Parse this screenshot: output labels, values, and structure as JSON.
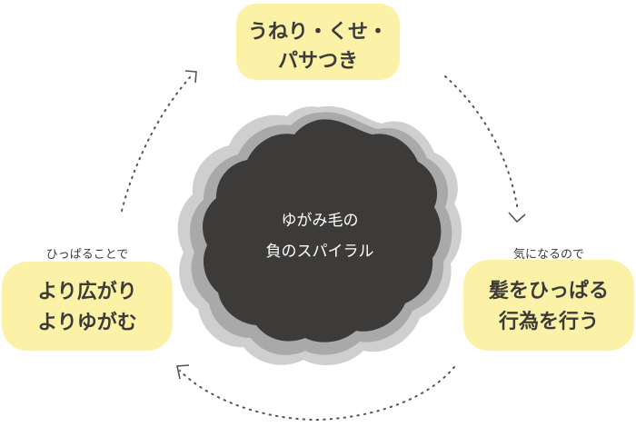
{
  "center": {
    "line1": "ゆがみ毛の",
    "line2": "負のスパイラル"
  },
  "top_node": {
    "line1": "うねり・くせ・",
    "line2": "パサつき"
  },
  "right_node": {
    "caption": "気になるので",
    "line1": "髪をひっぱる",
    "line2": "行為を行う"
  },
  "left_node": {
    "caption": "ひっぱることで",
    "line1": "より広がり",
    "line2": "よりゆがむ"
  },
  "colors": {
    "bubble_fill": "#fbf2a8",
    "center_fill": "#3d3b39",
    "text": "#3d3b39",
    "arrow": "#555555"
  }
}
